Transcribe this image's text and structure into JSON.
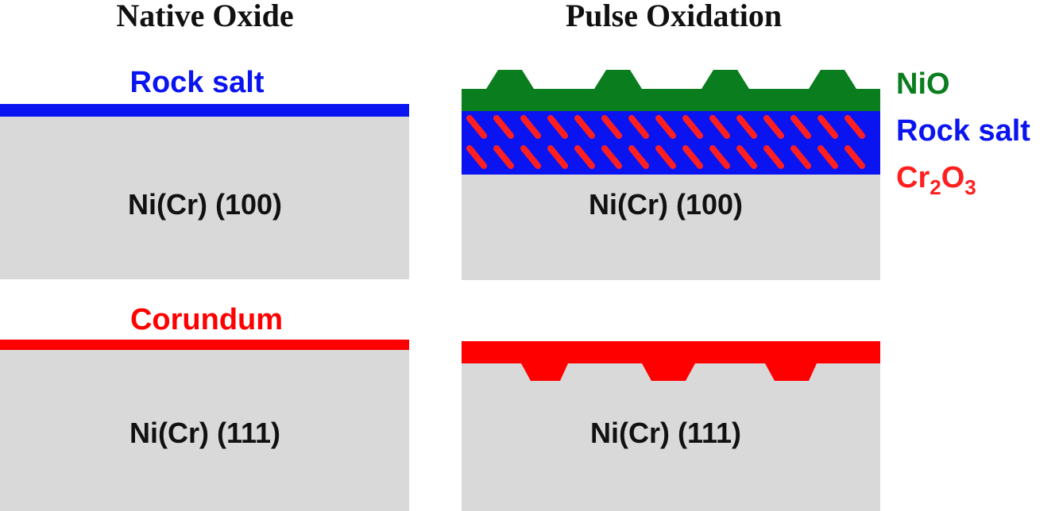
{
  "headings": {
    "native": "Native Oxide",
    "pulse": "Pulse Oxidation"
  },
  "native_100": {
    "oxide_label": "Rock salt",
    "substrate": "Ni(Cr) (100)"
  },
  "native_111": {
    "oxide_label": "Corundum",
    "substrate": "Ni(Cr) (111)"
  },
  "pulse_100": {
    "substrate": "Ni(Cr) (100)",
    "legend": {
      "nio": "NiO",
      "rocksalt": "Rock salt",
      "cr2o3_base": "Cr",
      "cr2o3_sub1": "2",
      "cr2o3_mid": "O",
      "cr2o3_sub2": "3"
    }
  },
  "pulse_111": {
    "substrate": "Ni(Cr) (111)"
  },
  "colors": {
    "substrate": "#d9d9d9",
    "rocksalt": "#0a14f0",
    "corundum": "#ff0000",
    "nio": "#0a7d1e",
    "cr2o3": "#ff1f1f",
    "text": "#111111"
  }
}
